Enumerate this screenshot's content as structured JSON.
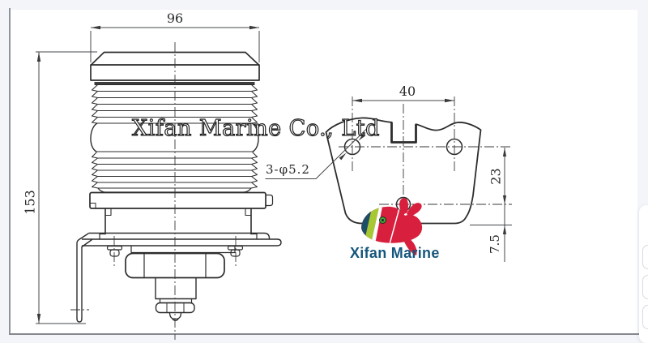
{
  "page": {
    "background": "#f3f5f9",
    "card_color": "#ffffff",
    "frame_color": "#8f949b"
  },
  "watermark": {
    "text": "Xifan Marine Co., Ltd"
  },
  "logo": {
    "text": "Xifan Marine",
    "text_color": "#15567d",
    "whale_color": "#d81f3d",
    "stripe_navy": "#1d4e68",
    "stripe_green": "#a6c832",
    "eye_color": "#4ca13d"
  },
  "dims": {
    "width": "96",
    "height": "153",
    "hole_spacing": "40",
    "hole_drop": "23",
    "bottom_offset": "7.5",
    "hole_spec": "3-φ5.2"
  },
  "drawing": {
    "line_color": "#2d2d2d",
    "dim_color": "#43474b"
  }
}
